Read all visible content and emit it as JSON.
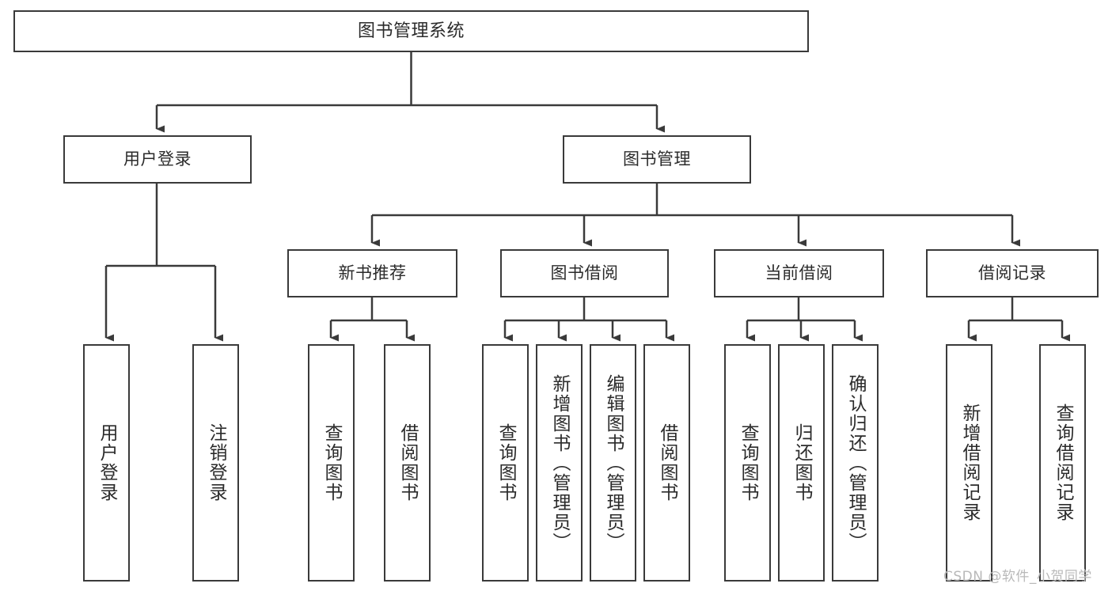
{
  "diagram": {
    "type": "tree-hierarchy",
    "title": "图书管理系统",
    "orientation": "top-down",
    "colors": {
      "node_border": "#3a3a3a",
      "node_fill": "#ffffff",
      "text": "#2b2b2b",
      "connector": "#3a3a3a",
      "watermark": "#b9b9b9",
      "background": "#ffffff"
    },
    "levels": [
      {
        "level": 1,
        "nodes": [
          {
            "id": "root",
            "label": "图书管理系统"
          }
        ]
      },
      {
        "level": 2,
        "nodes": [
          {
            "id": "login",
            "label": "用户登录",
            "parent": "root"
          },
          {
            "id": "bookmgmt",
            "label": "图书管理",
            "parent": "root"
          }
        ]
      },
      {
        "level": 3,
        "nodes": [
          {
            "id": "newbook",
            "label": "新书推荐",
            "parent": "bookmgmt"
          },
          {
            "id": "borrow",
            "label": "图书借阅",
            "parent": "bookmgmt"
          },
          {
            "id": "current",
            "label": "当前借阅",
            "parent": "bookmgmt"
          },
          {
            "id": "record",
            "label": "借阅记录",
            "parent": "bookmgmt"
          }
        ]
      },
      {
        "level": 4,
        "nodes": [
          {
            "id": "leaf-1",
            "label": "用户登录",
            "parent": "login"
          },
          {
            "id": "leaf-2",
            "label": "注销登录",
            "parent": "login"
          },
          {
            "id": "leaf-3",
            "label": "查询图书",
            "parent": "newbook"
          },
          {
            "id": "leaf-4",
            "label": "借阅图书",
            "parent": "newbook"
          },
          {
            "id": "leaf-5",
            "label": "查询图书",
            "parent": "borrow"
          },
          {
            "id": "leaf-6",
            "label": "新增图书（管理员）",
            "parent": "borrow"
          },
          {
            "id": "leaf-7",
            "label": "编辑图书（管理员）",
            "parent": "borrow"
          },
          {
            "id": "leaf-8",
            "label": "借阅图书",
            "parent": "borrow"
          },
          {
            "id": "leaf-9",
            "label": "查询图书",
            "parent": "current"
          },
          {
            "id": "leaf-10",
            "label": "归还图书",
            "parent": "current"
          },
          {
            "id": "leaf-11",
            "label": "确认归还（管理员）",
            "parent": "current"
          },
          {
            "id": "leaf-12",
            "label": "新增借阅记录",
            "parent": "record"
          },
          {
            "id": "leaf-13",
            "label": "查询借阅记录",
            "parent": "record"
          }
        ]
      }
    ]
  },
  "watermark": {
    "text": "CSDN @软件_小贺同学"
  }
}
